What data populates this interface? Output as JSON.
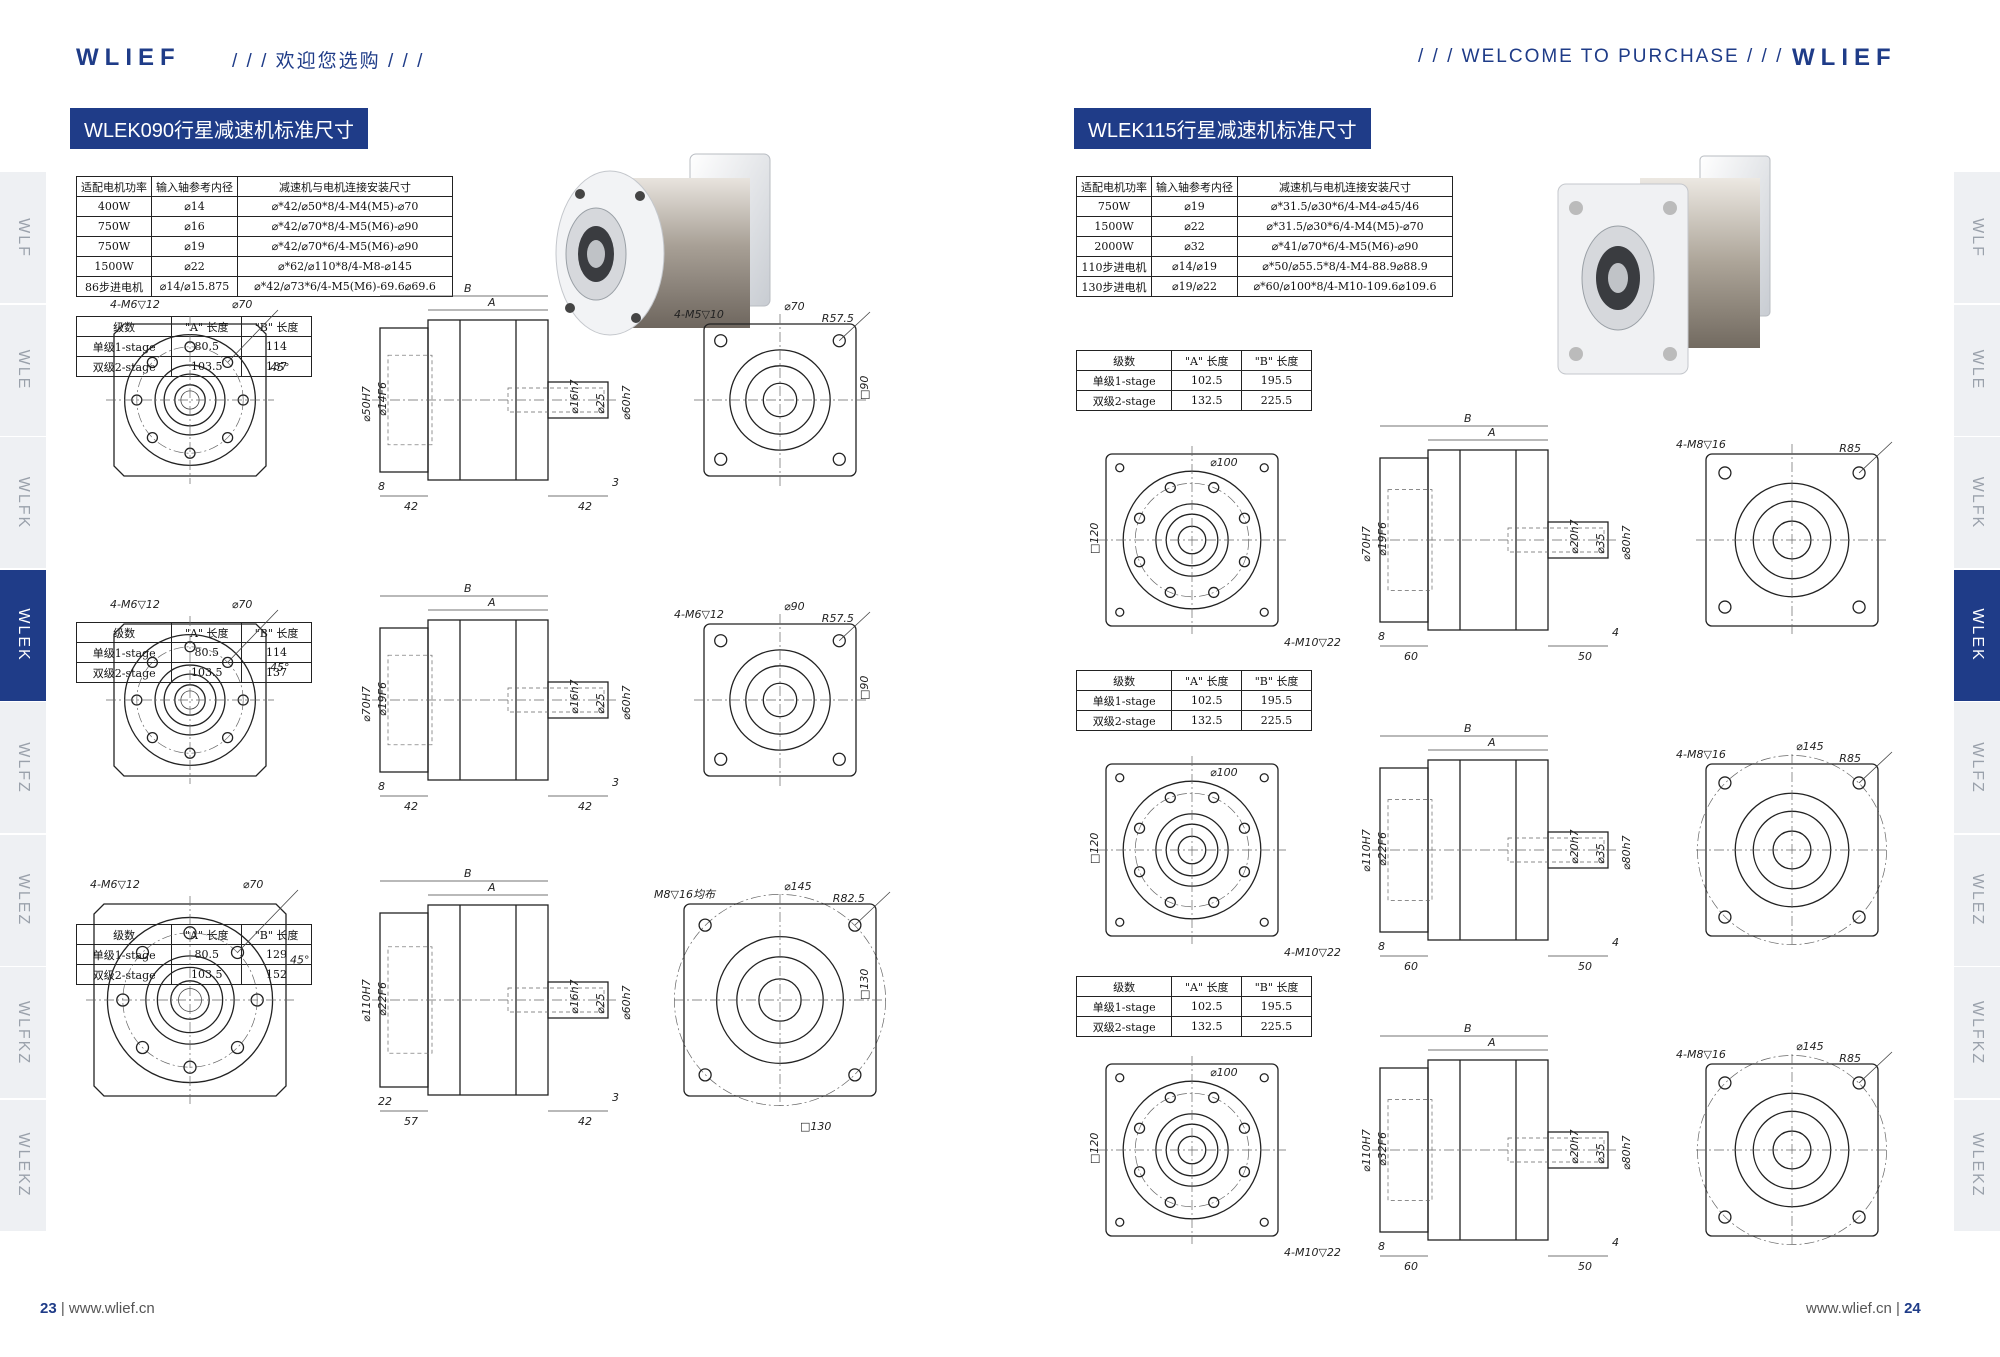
{
  "header": {
    "brand": "WLIEF",
    "left_slogan": "/ / / 欢迎您选购 / / /",
    "right_slogan": "/ / / WELCOME TO PURCHASE / / /"
  },
  "left_page": {
    "title": "WLEK090行星减速机标准尺寸",
    "motor_table": {
      "headers": [
        "适配电机功率",
        "输入轴参考内径",
        "减速机与电机连接安装尺寸"
      ],
      "rows": [
        [
          "400W",
          "⌀14",
          "⌀*42/⌀50*8/4-M4(M5)-⌀70"
        ],
        [
          "750W",
          "⌀16",
          "⌀*42/⌀70*8/4-M5(M6)-⌀90"
        ],
        [
          "750W",
          "⌀19",
          "⌀*42/⌀70*6/4-M5(M6)-⌀90"
        ],
        [
          "1500W",
          "⌀22",
          "⌀*62/⌀110*8/4-M8-⌀145"
        ],
        [
          "86步进电机",
          "⌀14/⌀15.875",
          "⌀*42/⌀73*6/4-M5(M6)-69.6⌀69.6"
        ]
      ]
    },
    "stage_tables": [
      {
        "headers": [
          "级数",
          "\"A\" 长度",
          "\"B\" 长度"
        ],
        "rows": [
          [
            "单级1-stage",
            "80.5",
            "114"
          ],
          [
            "双级2-stage",
            "103.5",
            "137"
          ]
        ]
      },
      {
        "headers": [
          "级数",
          "\"A\" 长度",
          "\"B\" 长度"
        ],
        "rows": [
          [
            "单级1-stage",
            "80.5",
            "114"
          ],
          [
            "双级2-stage",
            "103.5",
            "137"
          ]
        ]
      },
      {
        "headers": [
          "级数",
          "\"A\" 长度",
          "\"B\" 长度"
        ],
        "rows": [
          [
            "单级1-stage",
            "80.5",
            "129"
          ],
          [
            "双级2-stage",
            "103.5",
            "152"
          ]
        ]
      }
    ],
    "drawings": [
      {
        "hole_note": "4-M6▽12",
        "pcd": "⌀70",
        "angle": "45°",
        "len_b": "B",
        "len_a": "A",
        "bore": "⌀50H7",
        "bore2": "⌀14F6",
        "shaft": "⌀16h7",
        "shaft2": "⌀25",
        "pilot": "⌀60h7",
        "d1": "8",
        "d2": "42",
        "d3": "42",
        "d4": "3",
        "rear_note": "4-M5▽10",
        "rear_pcd": "⌀70",
        "rear_r": "R57.5",
        "square": "□90"
      },
      {
        "hole_note": "4-M6▽12",
        "pcd": "⌀70",
        "angle": "45°",
        "len_b": "B",
        "len_a": "A",
        "bore": "⌀70H7",
        "bore2": "⌀19F6",
        "shaft": "⌀16h7",
        "shaft2": "⌀25",
        "pilot": "⌀60h7",
        "d1": "8",
        "d2": "42",
        "d3": "42",
        "d4": "3",
        "rear_note": "4-M6▽12",
        "rear_pcd": "⌀90",
        "rear_r": "R57.5",
        "square": "□90"
      },
      {
        "hole_note": "4-M6▽12",
        "pcd": "⌀70",
        "angle": "45°",
        "len_b": "B",
        "len_a": "A",
        "bore": "⌀110H7",
        "bore2": "⌀22F6",
        "shaft": "⌀16h7",
        "shaft2": "⌀25",
        "pilot": "⌀60h7",
        "d1": "22",
        "d2": "57",
        "d3": "42",
        "d4": "3",
        "rear_note": "M8▽16均布",
        "rear_pcd": "⌀145",
        "rear_r": "R82.5",
        "square": "□130"
      }
    ],
    "footer": {
      "page": "23",
      "url": "www.wlief.cn"
    }
  },
  "right_page": {
    "title": "WLEK115行星减速机标准尺寸",
    "motor_table": {
      "headers": [
        "适配电机功率",
        "输入轴参考内径",
        "减速机与电机连接安装尺寸"
      ],
      "rows": [
        [
          "750W",
          "⌀19",
          "⌀*31.5/⌀30*6/4-M4-⌀45/46"
        ],
        [
          "1500W",
          "⌀22",
          "⌀*31.5/⌀30*6/4-M4(M5)-⌀70"
        ],
        [
          "2000W",
          "⌀32",
          "⌀*41/⌀70*6/4-M5(M6)-⌀90"
        ],
        [
          "110步进电机",
          "⌀14/⌀19",
          "⌀*50/⌀55.5*8/4-M4-88.9⌀88.9"
        ],
        [
          "130步进电机",
          "⌀19/⌀22",
          "⌀*60/⌀100*8/4-M10-109.6⌀109.6"
        ]
      ]
    },
    "stage_tables": [
      {
        "headers": [
          "级数",
          "\"A\" 长度",
          "\"B\" 长度"
        ],
        "rows": [
          [
            "单级1-stage",
            "102.5",
            "195.5"
          ],
          [
            "双级2-stage",
            "132.5",
            "225.5"
          ]
        ]
      },
      {
        "headers": [
          "级数",
          "\"A\" 长度",
          "\"B\" 长度"
        ],
        "rows": [
          [
            "单级1-stage",
            "102.5",
            "195.5"
          ],
          [
            "双级2-stage",
            "132.5",
            "225.5"
          ]
        ]
      },
      {
        "headers": [
          "级数",
          "\"A\" 长度",
          "\"B\" 长度"
        ],
        "rows": [
          [
            "单级1-stage",
            "102.5",
            "195.5"
          ],
          [
            "双级2-stage",
            "132.5",
            "225.5"
          ]
        ]
      }
    ],
    "drawings": [
      {
        "pcd": "⌀100",
        "square": "□120",
        "hole_note": "4-M10▽22",
        "len_b": "B",
        "len_a": "A",
        "bore": "⌀70H7",
        "bore2": "⌀19F6",
        "shaft": "⌀20h7",
        "shaft2": "⌀35",
        "pilot": "⌀80h7",
        "d1": "8",
        "d2": "60",
        "d3": "50",
        "d4": "4",
        "rear_r": "R85",
        "rear_note": "4-M8▽16"
      },
      {
        "pcd": "⌀100",
        "square": "□120",
        "hole_note": "4-M10▽22",
        "len_b": "B",
        "len_a": "A",
        "bore": "⌀110H7",
        "bore2": "⌀22F6",
        "shaft": "⌀20h7",
        "shaft2": "⌀35",
        "pilot": "⌀80h7",
        "d1": "8",
        "d2": "60",
        "d3": "50",
        "d4": "4",
        "rear_pcd": "⌀145",
        "rear_r": "R85",
        "rear_note": "4-M8▽16"
      },
      {
        "pcd": "⌀100",
        "square": "□120",
        "hole_note": "4-M10▽22",
        "len_b": "B",
        "len_a": "A",
        "bore": "⌀110H7",
        "bore2": "⌀32F6",
        "shaft": "⌀20h7",
        "shaft2": "⌀35",
        "pilot": "⌀80h7",
        "d1": "8",
        "d2": "60",
        "d3": "50",
        "d4": "4",
        "rear_pcd": "⌀145",
        "rear_r": "R85",
        "rear_note": "4-M8▽16"
      }
    ],
    "footer": {
      "url": "www.wlief.cn",
      "page": "24"
    }
  },
  "side_tabs": [
    "WLF",
    "WLE",
    "WLFK",
    "WLEK",
    "WLFZ",
    "WLEZ",
    "WLFKZ",
    "WLEKZ"
  ],
  "active_tab": "WLEK",
  "colors": {
    "brand_blue": "#1f3c88",
    "tab_gray": "#eef0f3"
  }
}
